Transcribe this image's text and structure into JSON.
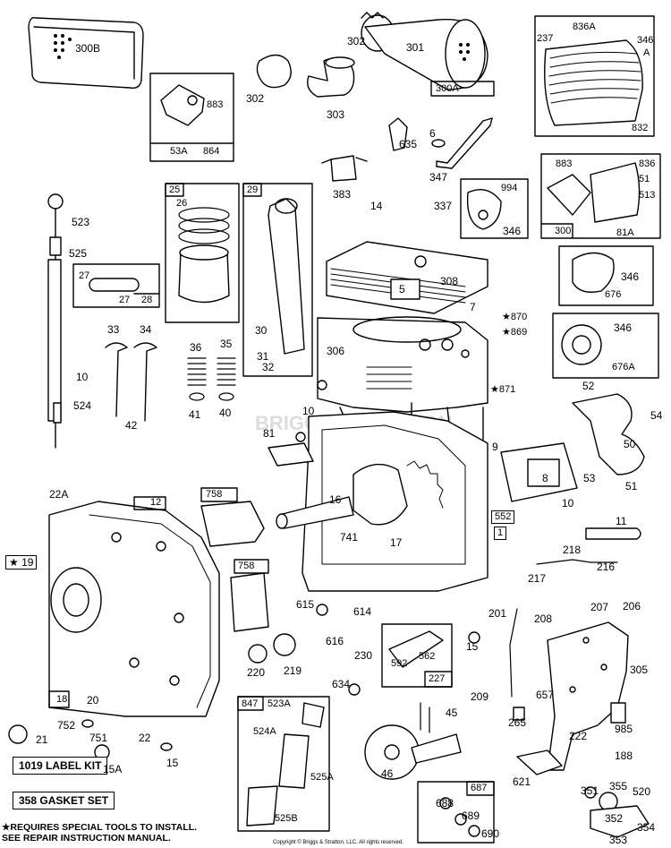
{
  "labels": {
    "l300b": "300B",
    "l302a": "302",
    "l301": "301",
    "l300a": "300A",
    "l302b": "302",
    "l303": "303",
    "l836a": "836A",
    "l237": "237",
    "l346a": "346",
    "lA": "A",
    "l832": "832",
    "l883a": "883",
    "l53a": "53A",
    "l864": "864",
    "l635": "635",
    "l6": "6",
    "l347": "347",
    "l383": "383",
    "l994": "994",
    "l346b": "346",
    "l883b": "883",
    "l836": "836",
    "l51x": "51",
    "l513": "513",
    "l81a": "81A",
    "l300": "300",
    "l25": "25",
    "l26": "26",
    "l29": "29",
    "l14": "14",
    "l337": "337",
    "l523": "523",
    "l525": "525",
    "l27a": "27",
    "l27b": "27",
    "l28": "28",
    "l346c": "346",
    "l676": "676",
    "l308": "308",
    "l5": "5",
    "l7": "7",
    "l870": "★870",
    "l869": "★869",
    "l346d": "346",
    "l676a": "676A",
    "l33": "33",
    "l34": "34",
    "l30": "30",
    "l306": "306",
    "l36": "36",
    "l35": "35",
    "l31": "31",
    "l32": "32",
    "l10a": "10",
    "l871": "★871",
    "l52": "52",
    "l524": "524",
    "l41": "41",
    "l40": "40",
    "l42": "42",
    "l10b": "10",
    "l54": "54",
    "l81": "81",
    "l9": "9",
    "l50": "50",
    "l22a": "22A",
    "l12": "12",
    "l758a": "758",
    "l16": "16",
    "l53": "53",
    "l8": "8",
    "l51": "51",
    "l10c": "10",
    "l552": "552",
    "l1": "1",
    "l741": "741",
    "l17": "17",
    "l11": "11",
    "l19": "★ 19",
    "l758b": "758",
    "l218": "218",
    "l216": "216",
    "l217": "217",
    "l615": "615",
    "l614": "614",
    "l201": "201",
    "l207": "207",
    "l206": "206",
    "l208": "208",
    "l616": "616",
    "l230": "230",
    "l15a": "15",
    "l220": "220",
    "l219": "219",
    "l592": "592",
    "l562": "562",
    "l305": "305",
    "l18": "18",
    "l20": "20",
    "l634": "634",
    "l227": "227",
    "l209": "209",
    "l847": "847",
    "l523a": "523A",
    "l45": "45",
    "l657": "657",
    "l265": "265",
    "l985": "985",
    "l752": "752",
    "l751": "751",
    "l21": "21",
    "l22": "22",
    "l524a": "524A",
    "l222": "222",
    "l188": "188",
    "l15ab": "15A",
    "l15b": "15",
    "l525a": "525A",
    "l46": "46",
    "l687": "687",
    "l621": "621",
    "l351": "351",
    "l355": "355",
    "l520": "520",
    "l688": "688",
    "l689": "689",
    "l690": "690",
    "l525b": "525B",
    "l352": "352",
    "l354": "354",
    "l353": "353"
  },
  "kits": {
    "label_kit": "1019 LABEL KIT",
    "gasket_set": "358  GASKET SET"
  },
  "footnote": {
    "line1": "★REQUIRES SPECIAL TOOLS TO INSTALL.",
    "line2": "SEE REPAIR INSTRUCTION MANUAL."
  },
  "copyright": "Copyright © Briggs & Stratton, LLC. All rights reserved.",
  "watermark": "BRIGGS&STRATTON"
}
